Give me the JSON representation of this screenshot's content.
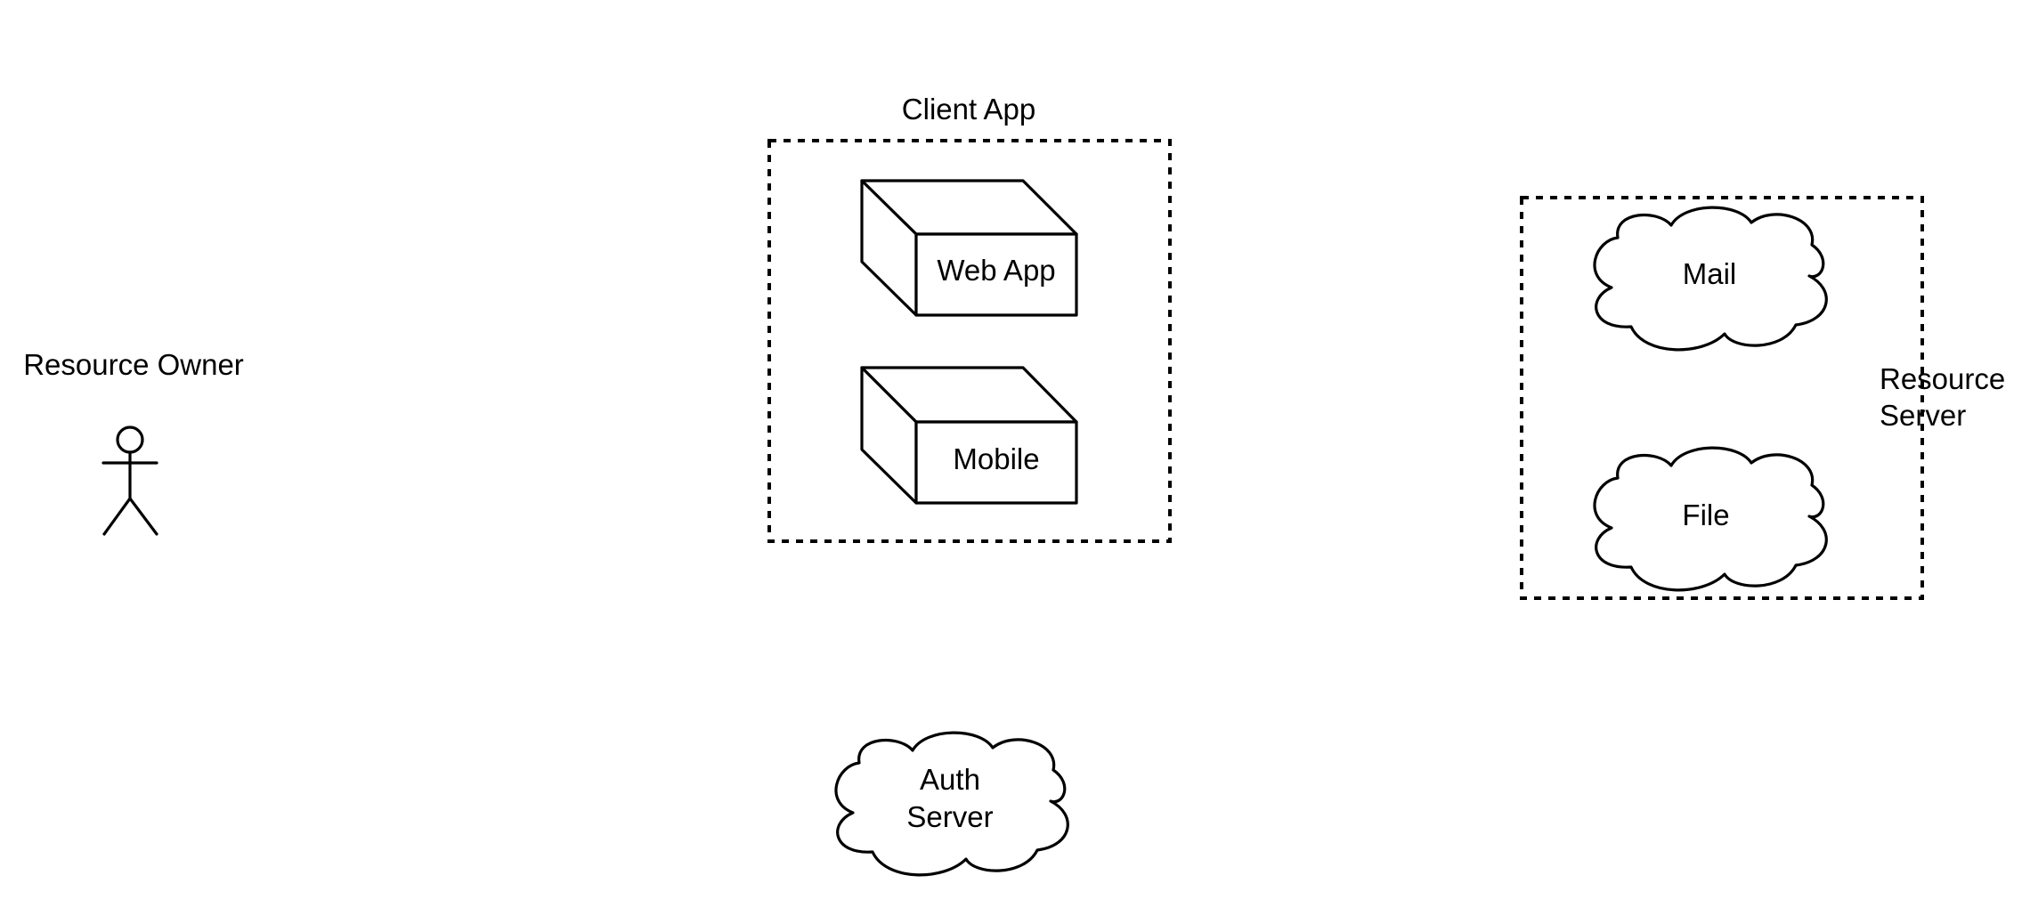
{
  "diagram": {
    "resource_owner": {
      "label": "Resource Owner",
      "icon": "stick-figure-icon"
    },
    "client_app": {
      "label": "Client App",
      "nodes": {
        "web_app": "Web App",
        "mobile": "Mobile"
      }
    },
    "resource_server": {
      "label_line1": "Resource",
      "label_line2": "Server",
      "services": {
        "mail": "Mail",
        "file": "File"
      }
    },
    "auth_server": {
      "label_line1": "Auth",
      "label_line2": "Server"
    }
  }
}
